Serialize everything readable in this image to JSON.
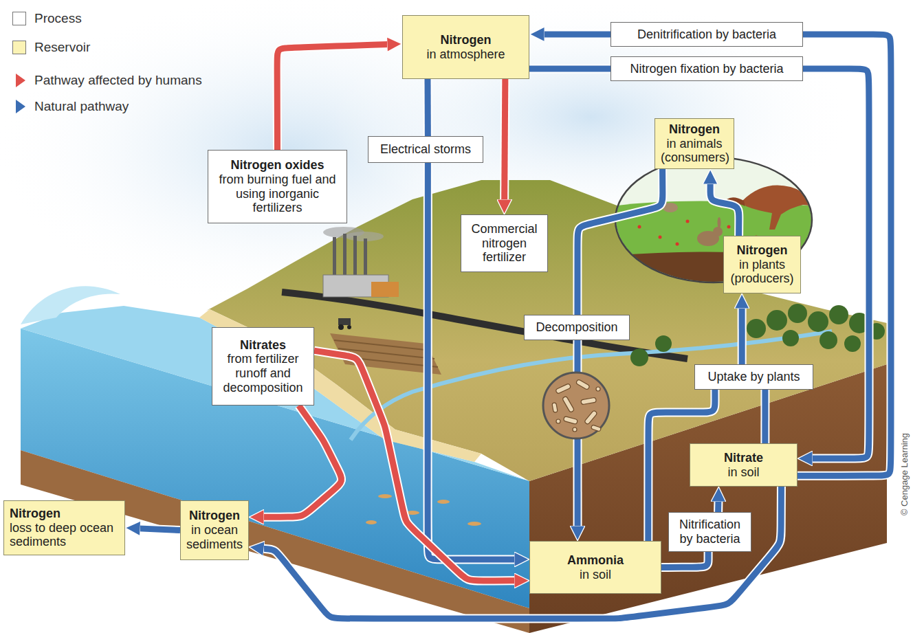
{
  "diagram": {
    "nodes": [
      {
        "text": [
          "Nitrogen",
          "in atmosphere"
        ]
      },
      {
        "text": [
          "Denitrification by bacteria"
        ]
      },
      {
        "text": [
          "Nitrogen fixation by bacteria"
        ]
      },
      {
        "text": [
          "Nitrogen oxides",
          "from burning fuel and using inorganic fertilizers"
        ]
      },
      {
        "text": [
          "Electrical storms"
        ]
      },
      {
        "text": [
          "Commercial nitrogen fertilizer"
        ]
      },
      {
        "text": [
          "Nitrogen",
          "in animals (consumers)"
        ]
      },
      {
        "text": [
          "Nitrogen",
          "in plants (producers)"
        ]
      },
      {
        "text": [
          "Decomposition"
        ]
      },
      {
        "text": [
          "Nitrates",
          "from fertilizer runoff and decomposition"
        ]
      },
      {
        "text": [
          "Uptake by plants"
        ]
      },
      {
        "text": [
          "Nitrate",
          "in soil"
        ]
      },
      {
        "text": [
          "Nitrification by bacteria"
        ]
      },
      {
        "text": [
          "Nitrogen",
          "loss to deep ocean sediments"
        ]
      },
      {
        "text": [
          "Nitrogen",
          "in ocean sediments"
        ]
      },
      {
        "text": [
          "Ammonia",
          "in soil"
        ]
      }
    ],
    "edges": [
      {
        "from": 3,
        "to": 0,
        "arrow": "to"
      },
      {
        "from": 11,
        "to": 1,
        "arrow": "none"
      },
      {
        "from": 1,
        "to": 0,
        "arrow": "to"
      },
      {
        "from": 0,
        "to": 2,
        "arrow": "none"
      },
      {
        "from": 2,
        "to": 11,
        "arrow": "to"
      },
      {
        "from": 0,
        "to": 4,
        "arrow": "none"
      },
      {
        "from": 4,
        "to": 15,
        "arrow": "to"
      },
      {
        "from": 0,
        "to": 5,
        "arrow": "to"
      },
      {
        "from": 7,
        "to": 6,
        "arrow": "to"
      },
      {
        "from": 6,
        "to": 8,
        "arrow": "none"
      },
      {
        "from": 8,
        "to": 15,
        "arrow": "to"
      },
      {
        "from": 9,
        "to": 15,
        "arrow": "to"
      },
      {
        "from": 9,
        "to": 14,
        "arrow": "to"
      },
      {
        "from": 15,
        "to": 10,
        "arrow": "none"
      },
      {
        "from": 11,
        "to": 10,
        "arrow": "none"
      },
      {
        "from": 10,
        "to": 7,
        "arrow": "to"
      },
      {
        "from": 15,
        "to": 12,
        "arrow": "none"
      },
      {
        "from": 12,
        "to": 11,
        "arrow": "to"
      },
      {
        "from": 14,
        "to": 13,
        "arrow": "to"
      },
      {
        "from": 11,
        "to": 14,
        "arrow": "to"
      }
    ],
    "labels": [
      "© Cengage Learning"
    ],
    "legend": [
      {
        "text": "Process",
        "color": "#ffffff"
      },
      {
        "text": "Reservoir",
        "color": "#fbf3b5"
      },
      {
        "text": "Pathway affected by humans"
      },
      {
        "text": "Natural pathway"
      }
    ]
  }
}
